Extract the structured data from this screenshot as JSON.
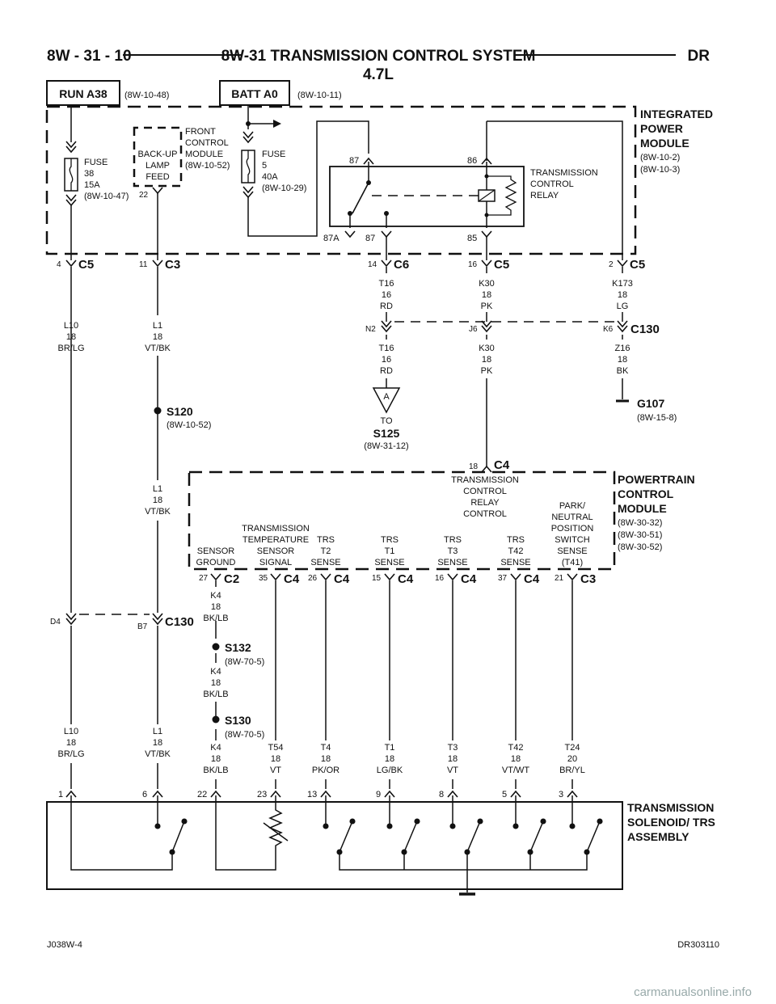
{
  "header": {
    "left": "8W - 31 - 10",
    "title": "8W-31 TRANSMISSION CONTROL SYSTEM",
    "subtitle": "4.7L",
    "right": "DR"
  },
  "sources": {
    "run": "RUN A38",
    "run_ref": "(8W-10-48)",
    "batt": "BATT A0",
    "batt_ref": "(8W-10-11)"
  },
  "ipm": {
    "l1": "INTEGRATED",
    "l2": "POWER",
    "l3": "MODULE",
    "r1": "(8W-10-2)",
    "r2": "(8W-10-3)"
  },
  "fuse38": {
    "l1": "FUSE",
    "l2": "38",
    "l3": "15A",
    "l4": "(8W-10-47)"
  },
  "backup": {
    "l1": "BACK-UP",
    "l2": "LAMP",
    "l3": "FEED",
    "pin": "22"
  },
  "fcm": {
    "l1": "FRONT",
    "l2": "CONTROL",
    "l3": "MODULE",
    "l4": "(8W-10-52)"
  },
  "fuse5": {
    "l1": "FUSE",
    "l2": "5",
    "l3": "40A",
    "l4": "(8W-10-29)"
  },
  "relay": {
    "l1": "TRANSMISSION",
    "l2": "CONTROL",
    "l3": "RELAY",
    "p87t": "87",
    "p86": "86",
    "p87a": "87A",
    "p87b": "87",
    "p85": "85"
  },
  "ipm_conn": {
    "c1p": "4",
    "c1": "C5",
    "c2p": "11",
    "c2": "C3",
    "c3p": "14",
    "c3": "C6",
    "c4p": "16",
    "c4": "C5",
    "c5p": "2",
    "c5": "C5"
  },
  "wires_top": {
    "t16a": [
      "T16",
      "16",
      "RD"
    ],
    "k30a": [
      "K30",
      "18",
      "PK"
    ],
    "k173": [
      "K173",
      "18",
      "LG"
    ],
    "l10a": [
      "L10",
      "18",
      "BR/LG"
    ],
    "l1a": [
      "L1",
      "18",
      "VT/BK"
    ],
    "t16b": [
      "T16",
      "16",
      "RD"
    ],
    "k30b": [
      "K30",
      "18",
      "PK"
    ],
    "z16": [
      "Z16",
      "18",
      "BK"
    ]
  },
  "c130a": {
    "n2": "N2",
    "j6": "J6",
    "k6": "K6",
    "name": "C130"
  },
  "to_s125": {
    "a": "A",
    "to": "TO",
    "name": "S125",
    "ref": "(8W-31-12)"
  },
  "g107": {
    "name": "G107",
    "ref": "(8W-15-8)"
  },
  "s120": {
    "name": "S120",
    "ref": "(8W-10-52)"
  },
  "l1b": [
    "L1",
    "18",
    "VT/BK"
  ],
  "pcm_top": {
    "pin": "18",
    "conn": "C4",
    "l1": "TRANSMISSION",
    "l2": "CONTROL",
    "l3": "RELAY",
    "l4": "CONTROL"
  },
  "pcm": {
    "l1": "POWERTRAIN",
    "l2": "CONTROL",
    "l3": "MODULE",
    "r1": "(8W-30-32)",
    "r2": "(8W-30-51)",
    "r3": "(8W-30-52)"
  },
  "pcm_labels": {
    "sg": [
      "SENSOR",
      "GROUND"
    ],
    "tts": [
      "TRANSMISSION",
      "TEMPERATURE",
      "SENSOR",
      "SIGNAL"
    ],
    "t2": [
      "TRS",
      "T2",
      "SENSE"
    ],
    "t1": [
      "TRS",
      "T1",
      "SENSE"
    ],
    "t3": [
      "TRS",
      "T3",
      "SENSE"
    ],
    "t42": [
      "TRS",
      "T42",
      "SENSE"
    ],
    "pn": [
      "PARK/",
      "NEUTRAL",
      "POSITION",
      "SWITCH",
      "SENSE",
      "(T41)"
    ]
  },
  "pcm_conn": [
    [
      "27",
      "C2"
    ],
    [
      "35",
      "C4"
    ],
    [
      "26",
      "C4"
    ],
    [
      "15",
      "C4"
    ],
    [
      "16",
      "C4"
    ],
    [
      "37",
      "C4"
    ],
    [
      "21",
      "C3"
    ]
  ],
  "k4a": [
    "K4",
    "18",
    "BK/LB"
  ],
  "s132": {
    "name": "S132",
    "ref": "(8W-70-5)"
  },
  "k4b": [
    "K4",
    "18",
    "BK/LB"
  ],
  "s130": {
    "name": "S130",
    "ref": "(8W-70-5)"
  },
  "c130b": {
    "d4": "D4",
    "b7": "B7",
    "name": "C130"
  },
  "bottom_wires": [
    [
      "L10",
      "18",
      "BR/LG"
    ],
    [
      "L1",
      "18",
      "VT/BK"
    ],
    [
      "K4",
      "18",
      "BK/LB"
    ],
    [
      "T54",
      "18",
      "VT"
    ],
    [
      "T4",
      "18",
      "PK/OR"
    ],
    [
      "T1",
      "18",
      "LG/BK"
    ],
    [
      "T3",
      "18",
      "VT"
    ],
    [
      "T42",
      "18",
      "VT/WT"
    ],
    [
      "T24",
      "20",
      "BR/YL"
    ]
  ],
  "tsa_pins": [
    "1",
    "6",
    "22",
    "23",
    "13",
    "9",
    "8",
    "5",
    "3"
  ],
  "tsa": {
    "l1": "TRANSMISSION",
    "l2": "SOLENOID/ TRS",
    "l3": "ASSEMBLY"
  },
  "footer": {
    "left": "J038W-4",
    "right": "DR303110"
  },
  "watermark": "carmanualsonline.info"
}
